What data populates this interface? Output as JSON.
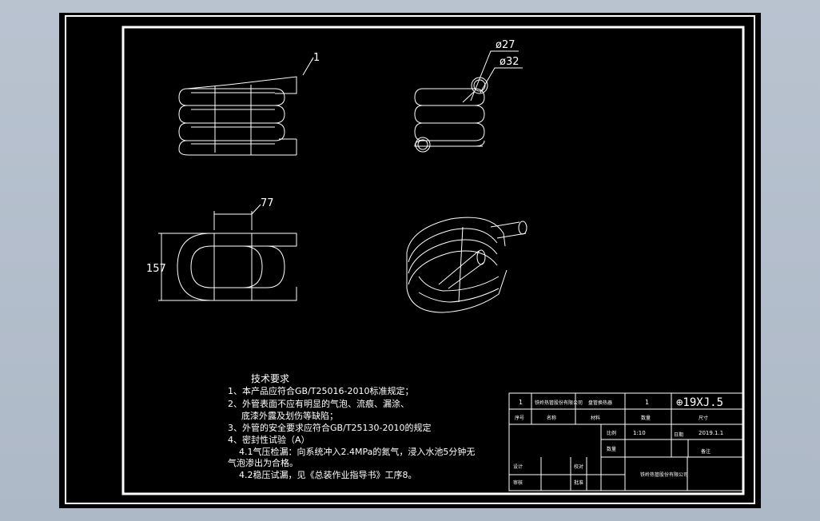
{
  "drawing": {
    "part_label": "1",
    "dims": {
      "d_inner": "ø27",
      "d_outer": "ø32",
      "width": "77",
      "height": "157"
    }
  },
  "tech": {
    "title": "技术要求",
    "lines": [
      "1、本产品应符合GB/T25016-2010标准规定；",
      "2、外管表面不应有明显的气泡、流痕、漏涂、",
      "底漆外露及划伤等缺陷；",
      "3、外管的安全要求应符合GB/T25130-2010的规定",
      "4、密封性试验（A）",
      "4.1气压检漏：向系统冲入2.4MPa的氮气，浸入水池5分钟无",
      "气泡渗出为合格。",
      "4.2稳压试漏，见《总装作业指导书》工序8。"
    ]
  },
  "titleblock": {
    "r1": [
      "1",
      "铁岭热管股份有限公司",
      "盘管换热器",
      "1",
      "⊕19XJ.5"
    ],
    "r2": [
      "序号",
      "名称",
      "材料",
      "数量",
      "尺寸"
    ],
    "scale_label": "比例",
    "scale_value": "1:10",
    "date_label": "日期",
    "date_value": "2019.1.1",
    "weight_label": "数量",
    "remark": "备注",
    "design": "设计",
    "check": "审核",
    "proof": "校对",
    "approve": "批准",
    "company": "铁岭热管股份有限公司"
  }
}
